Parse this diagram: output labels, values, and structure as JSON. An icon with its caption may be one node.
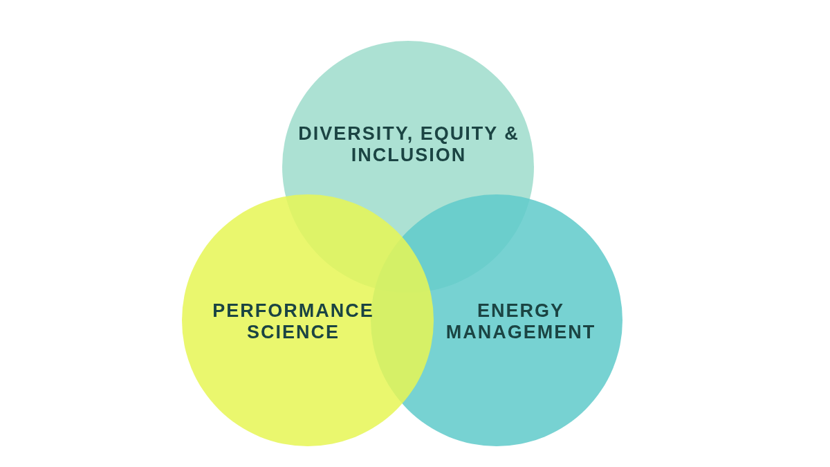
{
  "diagram": {
    "nodes": [
      {
        "text": [
          "DIVERSITY, EQUITY & INCLUSION"
        ]
      },
      {
        "text": [
          "PERFORMANCE SCIENCE"
        ]
      },
      {
        "text": [
          "ENERGY MANAGEMENT"
        ]
      }
    ]
  }
}
